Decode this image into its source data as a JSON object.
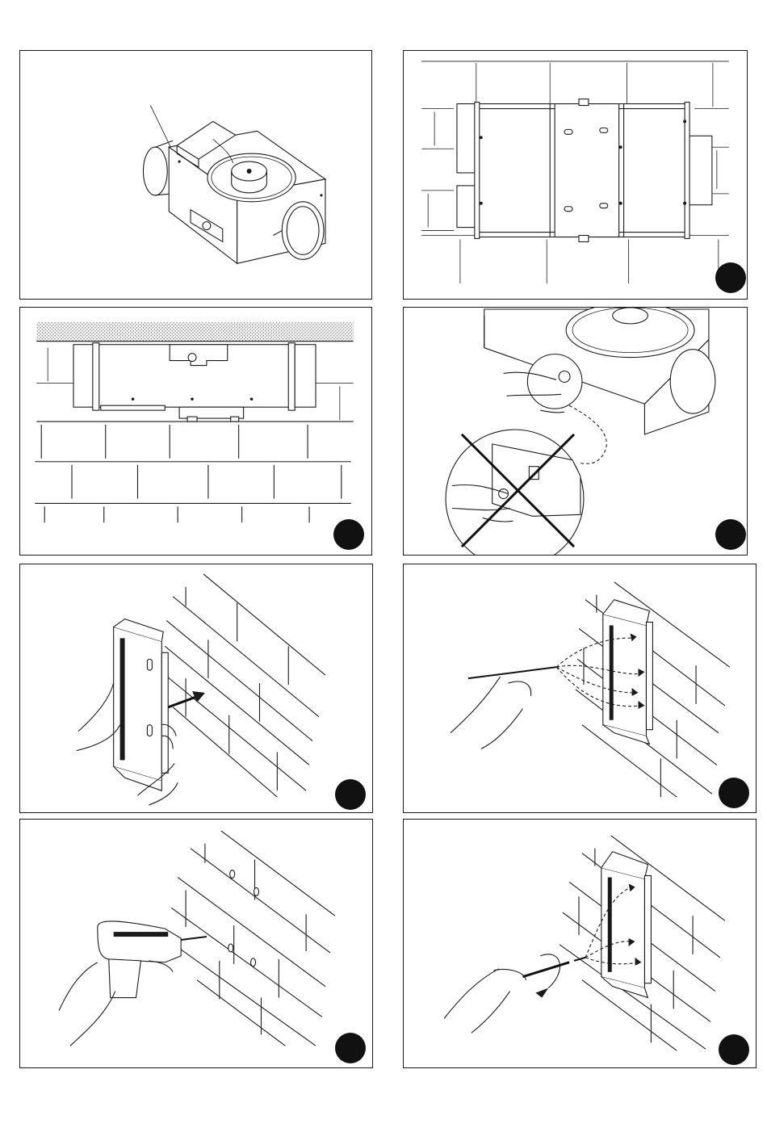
{
  "page": {
    "background": "#ffffff",
    "ink_color": "#1a1a1a"
  },
  "panels": [
    {
      "id": "panel-1",
      "badge": ""
    },
    {
      "id": "panel-2",
      "badge": ""
    },
    {
      "id": "panel-3",
      "badge": ""
    },
    {
      "id": "panel-4",
      "badge": ""
    },
    {
      "id": "panel-5",
      "badge": ""
    },
    {
      "id": "panel-6",
      "badge": ""
    },
    {
      "id": "panel-7",
      "badge": ""
    },
    {
      "id": "panel-8",
      "badge": ""
    }
  ]
}
